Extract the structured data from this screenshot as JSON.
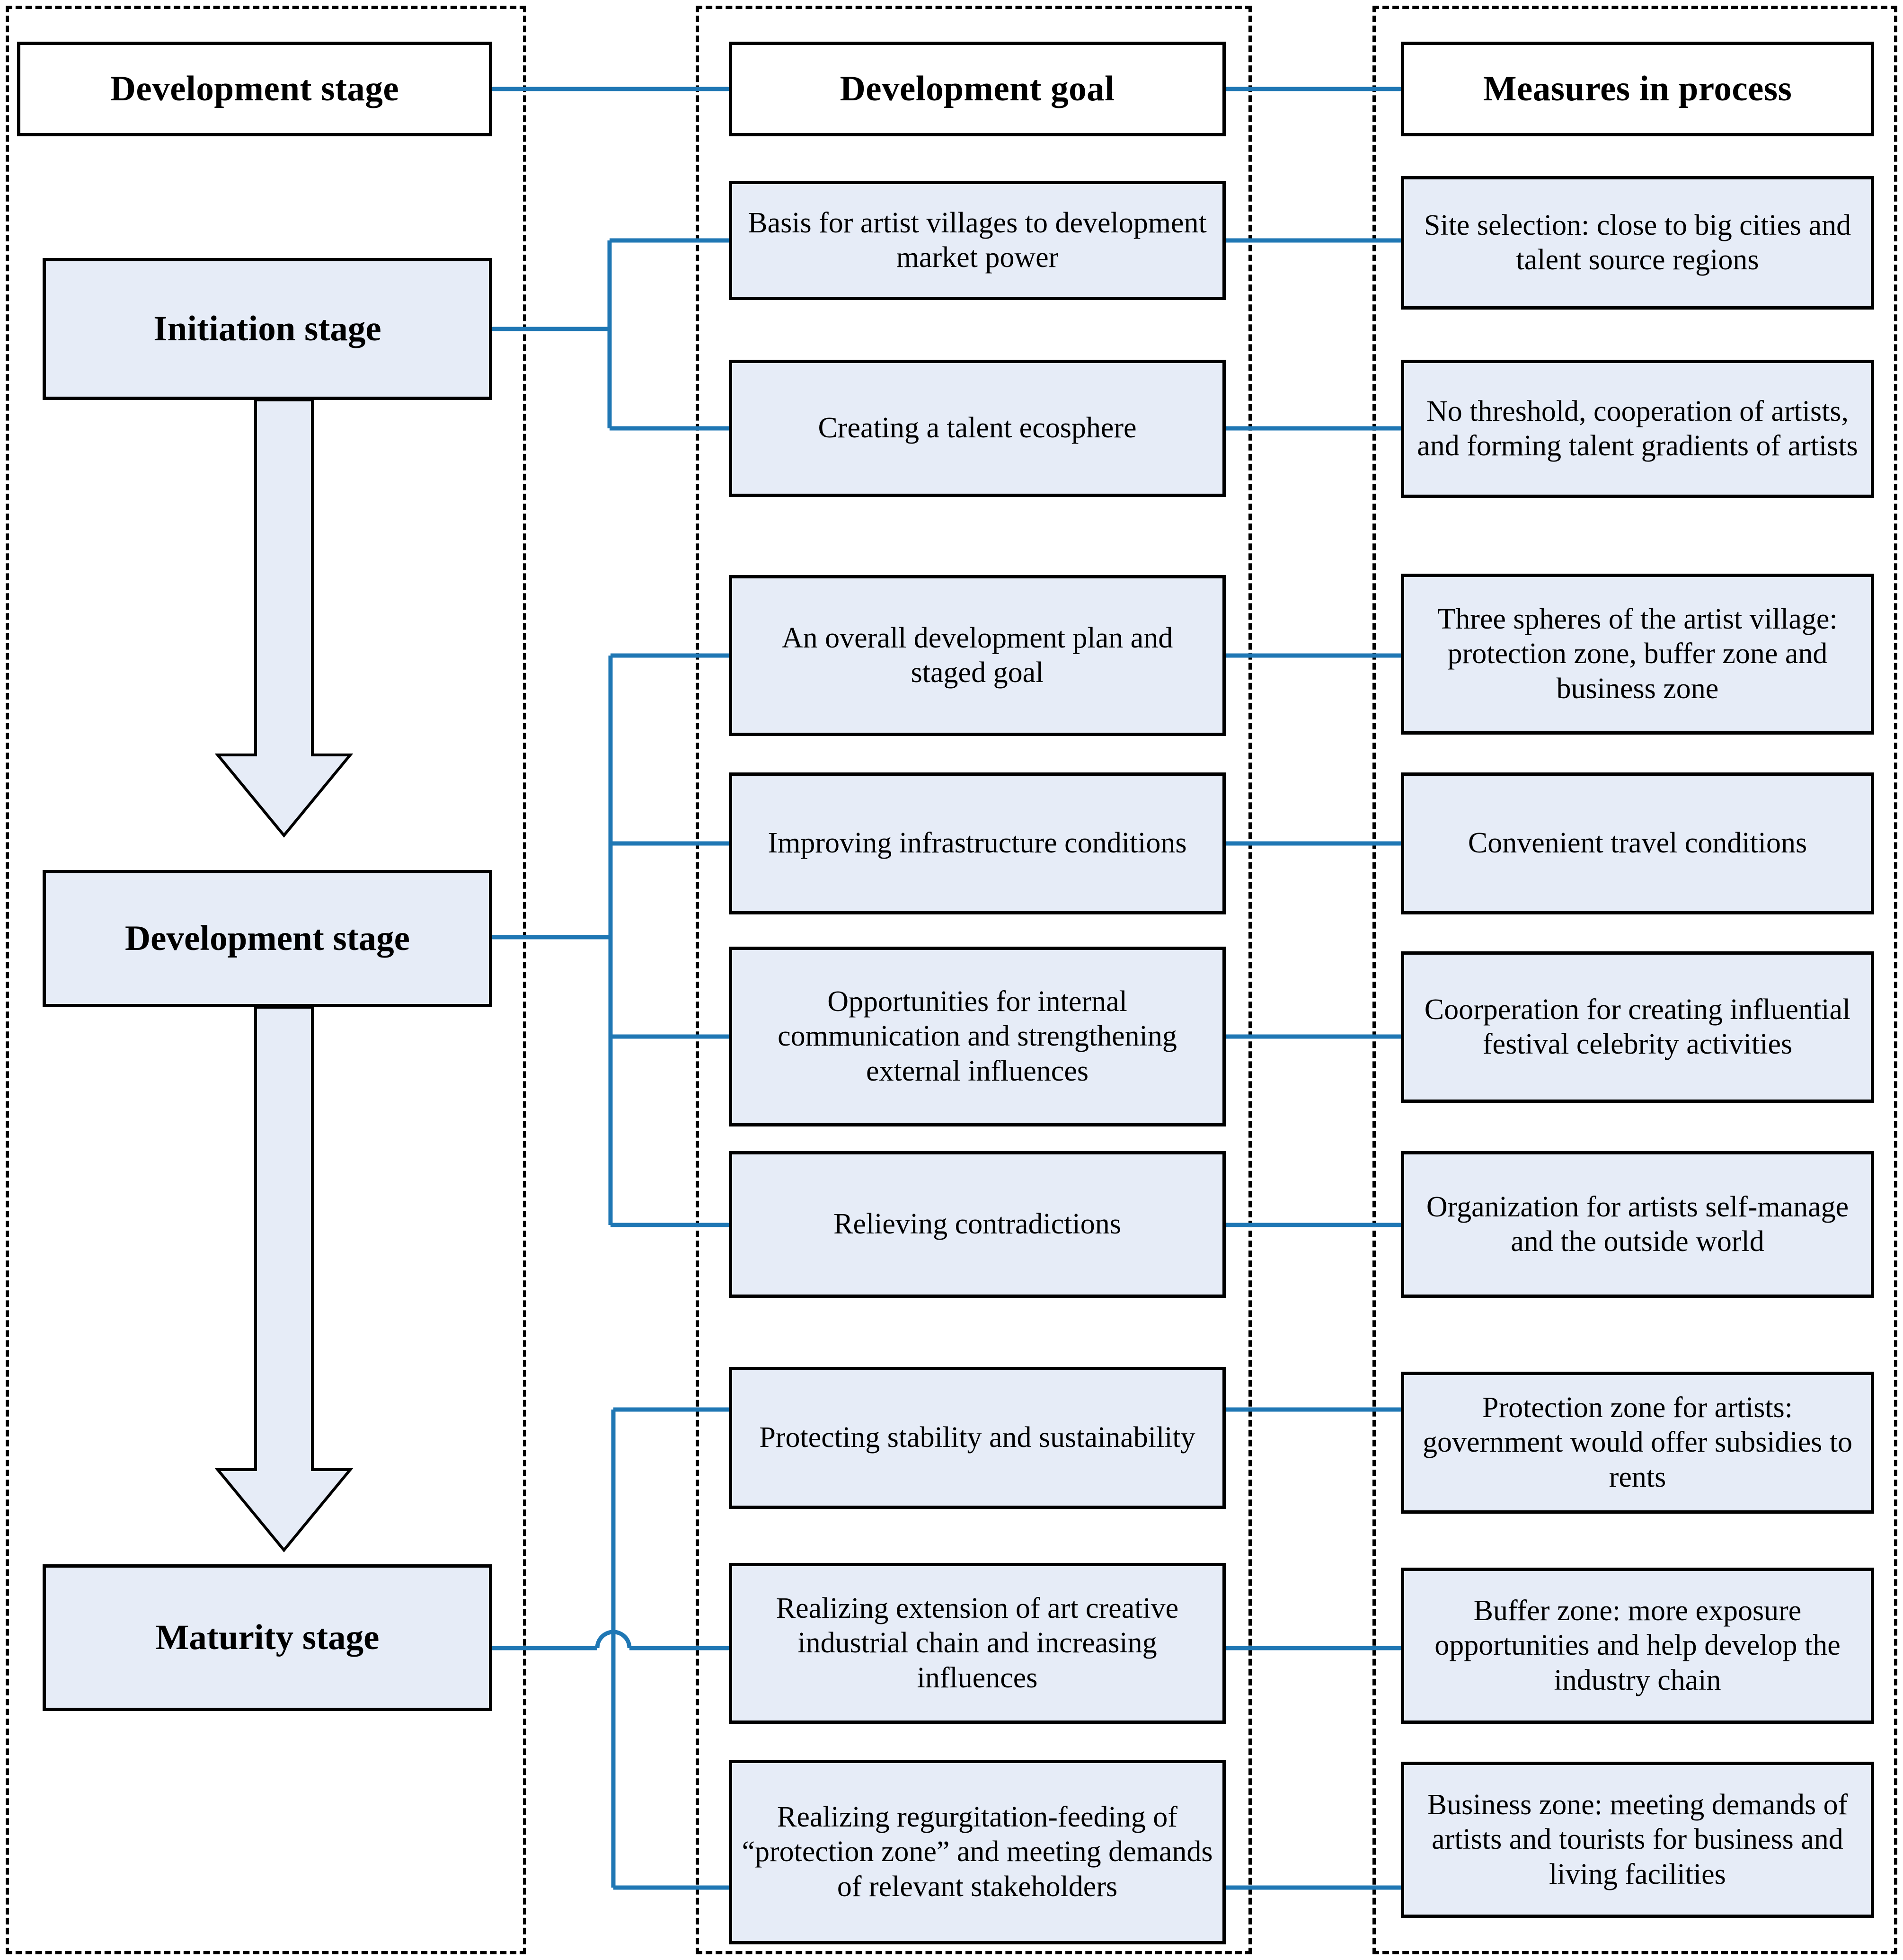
{
  "title": "Artist village development stage framework",
  "theme": {
    "box_fill": "#e6ecf7",
    "box_border": "#000000",
    "connector": "#1f77b4",
    "dashed_frame": "#000000",
    "header_fill": "#ffffff"
  },
  "columns": [
    {
      "id": "development-stage",
      "header": "Development stage"
    },
    {
      "id": "development-goal",
      "header": "Development goal"
    },
    {
      "id": "measures-in-process",
      "header": "Measures in process"
    }
  ],
  "stages": [
    {
      "id": "initiation",
      "label": "Initiation stage",
      "goals": [
        {
          "goal": "Basis for artist villages to development market power",
          "measure": "Site selection: close to big cities and talent source regions"
        },
        {
          "goal": "Creating a talent ecosphere",
          "measure": "No threshold, cooperation of artists, and forming talent gradients of artists"
        }
      ]
    },
    {
      "id": "development",
      "label": "Development stage",
      "goals": [
        {
          "goal": "An overall development plan and staged goal",
          "measure": "Three spheres of the artist village: protection zone, buffer zone and business zone"
        },
        {
          "goal": "Improving infrastructure conditions",
          "measure": "Convenient travel conditions"
        },
        {
          "goal": "Opportunities for internal communication and strengthening external influences",
          "measure": "Coorperation for creating influential festival celebrity activities"
        },
        {
          "goal": "Relieving contradictions",
          "measure": "Organization for artists self-manage and the outside world"
        }
      ]
    },
    {
      "id": "maturity",
      "label": "Maturity stage",
      "goals": [
        {
          "goal": "Protecting stability and sustainability",
          "measure": "Protection zone for artists: government would  offer subsidies to rents"
        },
        {
          "goal": "Realizing extension of art creative industrial chain and increasing influences",
          "measure": "Buffer zone: more exposure opportunities and help develop the industry chain"
        },
        {
          "goal": "Realizing regurgitation-feeding of “protection zone” and meeting demands of relevant stakeholders",
          "measure": "Business zone: meeting demands of artists and tourists for business and living facilities"
        }
      ]
    }
  ],
  "flow_arrows": [
    {
      "from": "initiation",
      "to": "development"
    },
    {
      "from": "development",
      "to": "maturity"
    }
  ]
}
